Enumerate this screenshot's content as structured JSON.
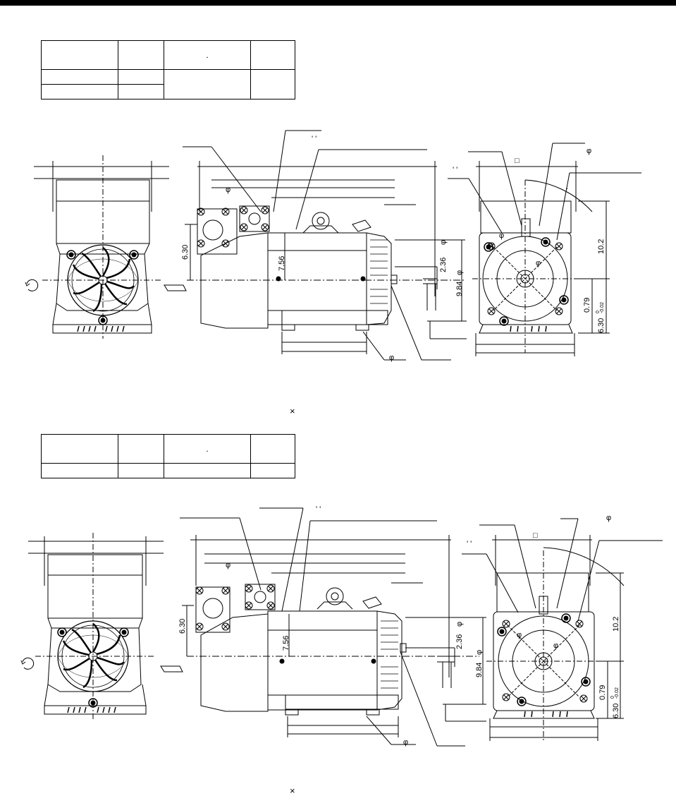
{
  "drawing1": {
    "dimensions": {
      "h_630": "6.30",
      "h_756": "7.56",
      "dia_236": "2.36",
      "dia_984": "9.84",
      "h_102": "10.2",
      "h_079": "0.79",
      "h_630b": "6.30",
      "tol_upper": "0",
      "tol_lower": "-0.02",
      "dia_sym": "φ",
      "quote": "' '",
      "tick": ".",
      "square_sym": "□"
    },
    "cross_symbol": "×"
  },
  "drawing2": {
    "dimensions": {
      "h_630": "6.30",
      "h_756": "7.56",
      "dia_236": "2.36",
      "dia_984": "9.84",
      "h_102": "10.2",
      "h_079": "0.79",
      "h_630b": "6.30",
      "tol_upper": "0",
      "tol_lower": "-0.02",
      "dia_sym": "φ",
      "quote": "' '",
      "tick": ".",
      "square_sym": "□"
    },
    "cross_symbol": "×"
  },
  "colors": {
    "line": "#000000",
    "background": "#ffffff"
  }
}
